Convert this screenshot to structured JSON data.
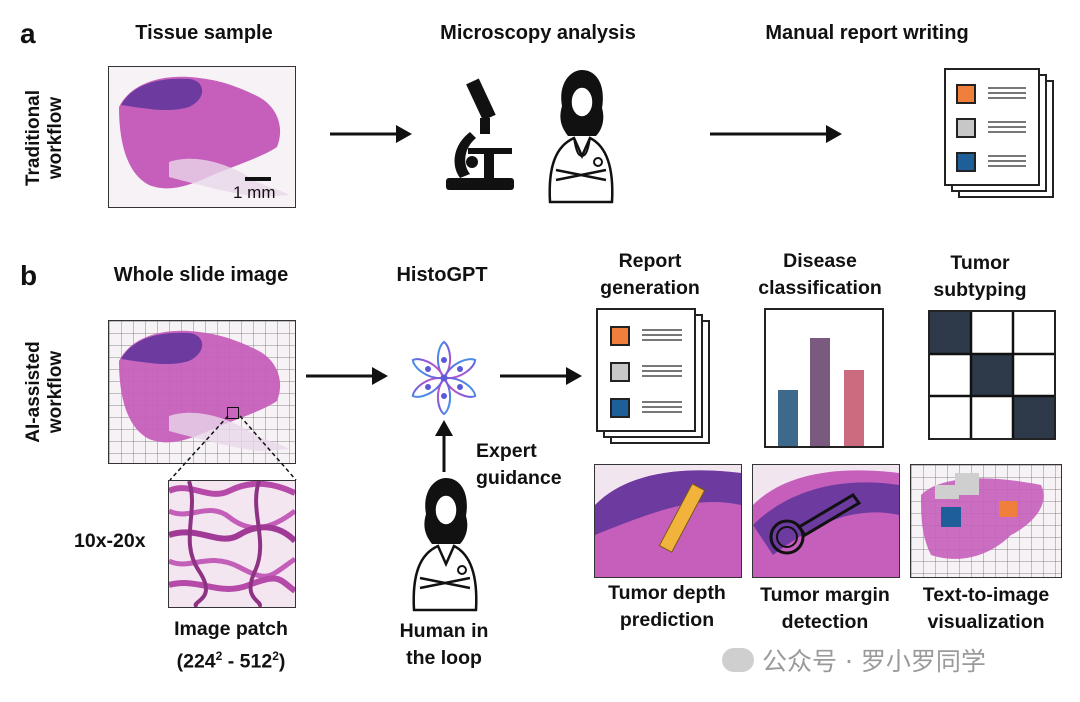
{
  "panel_a": {
    "letter": "a",
    "row_label": "Traditional workflow",
    "step1": "Tissue sample",
    "step2": "Microscopy analysis",
    "step3": "Manual report writing",
    "scale_bar": "1 mm"
  },
  "panel_b": {
    "letter": "b",
    "row_label": "AI-assisted workflow",
    "wsi_title": "Whole slide image",
    "model_title": "HistoGPT",
    "magnification": "10x-20x",
    "patch_label_line1": "Image patch",
    "patch_label_line2_parts": [
      "(224",
      "2",
      " - 512",
      "2",
      ")"
    ],
    "expert_guidance": [
      "Expert",
      "guidance"
    ],
    "human_in_loop": [
      "Human in",
      "the loop"
    ],
    "tasks_top": [
      {
        "title": [
          "Report",
          "generation"
        ]
      },
      {
        "title": [
          "Disease",
          "classification"
        ]
      },
      {
        "title": [
          "Tumor",
          "subtyping"
        ]
      }
    ],
    "tasks_bottom": [
      {
        "title": [
          "Tumor depth",
          "prediction"
        ]
      },
      {
        "title": [
          "Tumor margin",
          "detection"
        ]
      },
      {
        "title": [
          "Text-to-image",
          "visualization"
        ]
      }
    ]
  },
  "colors": {
    "orange": "#f07f3c",
    "gray": "#c7c7c7",
    "blue": "#1f5f99",
    "bar1": "#3d6a8c",
    "bar2": "#7a5a7e",
    "bar3": "#cc6b80",
    "dark_cell": "#2e3a4a"
  },
  "watermark": "公众号 · 罗小罗同学"
}
